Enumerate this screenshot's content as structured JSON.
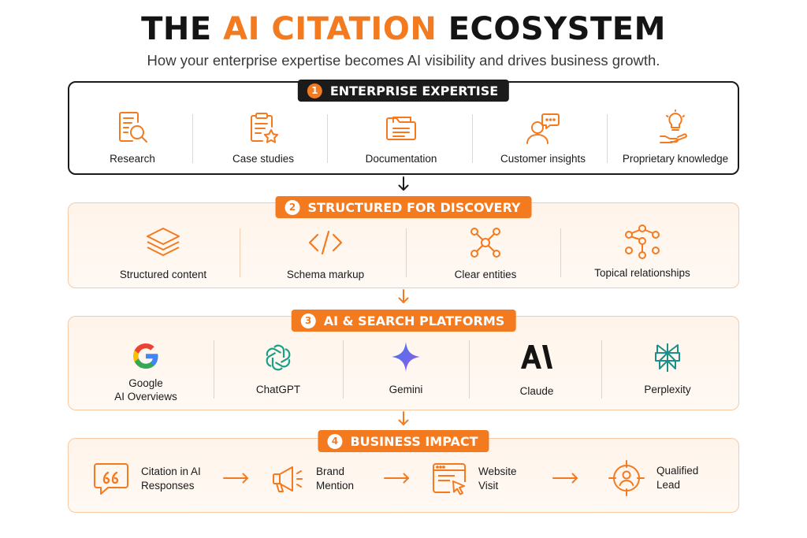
{
  "header": {
    "title_pre": "THE ",
    "title_accent": "AI CITATION",
    "title_post": " ECOSYSTEM",
    "subtitle": "How your enterprise expertise becomes AI visibility and drives business growth."
  },
  "colors": {
    "accent": "#f47a20",
    "dark": "#1b1b1b",
    "panel_tint": "#fff4ea",
    "panel_border": "#f7c9a4"
  },
  "sections": [
    {
      "number": "1",
      "title": "ENTERPRISE EXPERTISE",
      "items": [
        {
          "label": "Research",
          "icon": "research-document-magnifier-icon"
        },
        {
          "label": "Case studies",
          "icon": "clipboard-star-icon"
        },
        {
          "label": "Documentation",
          "icon": "folder-document-icon"
        },
        {
          "label": "Customer insights",
          "icon": "person-chat-icon"
        },
        {
          "label": "Proprietary knowledge",
          "icon": "hand-lightbulb-icon"
        }
      ]
    },
    {
      "number": "2",
      "title": "STRUCTURED FOR DISCOVERY",
      "items": [
        {
          "label": "Structured content",
          "icon": "layers-icon"
        },
        {
          "label": "Schema markup",
          "icon": "code-brackets-icon"
        },
        {
          "label": "Clear entities",
          "icon": "hub-nodes-icon"
        },
        {
          "label": "Topical relationships",
          "icon": "node-cluster-icon"
        }
      ]
    },
    {
      "number": "3",
      "title": "AI & SEARCH PLATFORMS",
      "items": [
        {
          "label_line1": "Google",
          "label_line2": "AI Overviews",
          "icon": "google-logo-icon"
        },
        {
          "label": "ChatGPT",
          "icon": "chatgpt-logo-icon"
        },
        {
          "label": "Gemini",
          "icon": "gemini-sparkle-icon"
        },
        {
          "label": "Claude",
          "icon": "claude-logo-icon"
        },
        {
          "label": "Perplexity",
          "icon": "perplexity-logo-icon"
        }
      ]
    },
    {
      "number": "4",
      "title": "BUSINESS IMPACT",
      "steps": [
        {
          "line1": "Citation in AI",
          "line2": "Responses",
          "icon": "quote-bubble-icon"
        },
        {
          "line1": "Brand",
          "line2": "Mention",
          "icon": "megaphone-icon"
        },
        {
          "line1": "Website",
          "line2": "Visit",
          "icon": "browser-cursor-icon"
        },
        {
          "line1": "Qualified",
          "line2": "Lead",
          "icon": "target-person-icon"
        }
      ]
    }
  ]
}
